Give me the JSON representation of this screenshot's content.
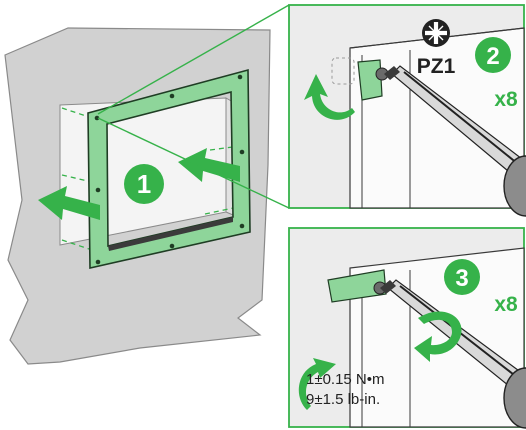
{
  "steps": [
    {
      "number": "1"
    },
    {
      "number": "2",
      "tool": "PZ1",
      "count": "x8"
    },
    {
      "number": "3",
      "count": "x8"
    }
  ],
  "torque": {
    "line1": "1±0.15 N•m",
    "line2": "9±1.5 lb-in."
  },
  "icons": [
    "pozidriv-icon",
    "rotation-arrow-icon",
    "screwdriver-icon",
    "insertion-arrow-icon"
  ],
  "colors": {
    "accent": "#36b24a",
    "frame": "#8ed59a",
    "wall": "#cfcfcf",
    "panel": "#ededed",
    "dark": "#222222"
  }
}
